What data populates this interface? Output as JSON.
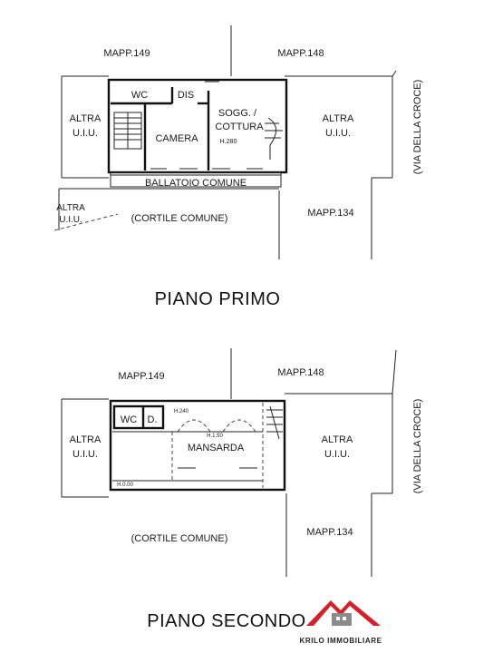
{
  "floor1": {
    "title": "PIANO PRIMO",
    "mapp_149": "MAPP.149",
    "mapp_148": "MAPP.148",
    "mapp_134": "MAPP.134",
    "altra": "ALTRA",
    "uiu": "U.I.U.",
    "street": "(VIA DELLA CROCE)",
    "cortile": "(CORTILE COMUNE)",
    "ballatoio": "BALLATOIO COMUNE",
    "wc": "WC",
    "dis": "DIS",
    "camera": "CAMERA",
    "sogg": "SOGG. /",
    "cottura": "COTTURA",
    "height": "H.280"
  },
  "floor2": {
    "title": "PIANO SECONDO",
    "mapp_149": "MAPP.149",
    "mapp_148": "MAPP.148",
    "mapp_134": "MAPP.134",
    "altra": "ALTRA",
    "uiu": "U.I.U.",
    "street": "(VIA DELLA CROCE)",
    "cortile": "(CORTILE COMUNE)",
    "wc": "WC",
    "d": "D.",
    "mansarda": "MANSARDA",
    "h240": "H.240",
    "h150": "H.1.50",
    "h000": "H.0.00"
  },
  "logo": {
    "name": "KRILO IMMOBILIARE",
    "brand_color": "#d3222a"
  }
}
